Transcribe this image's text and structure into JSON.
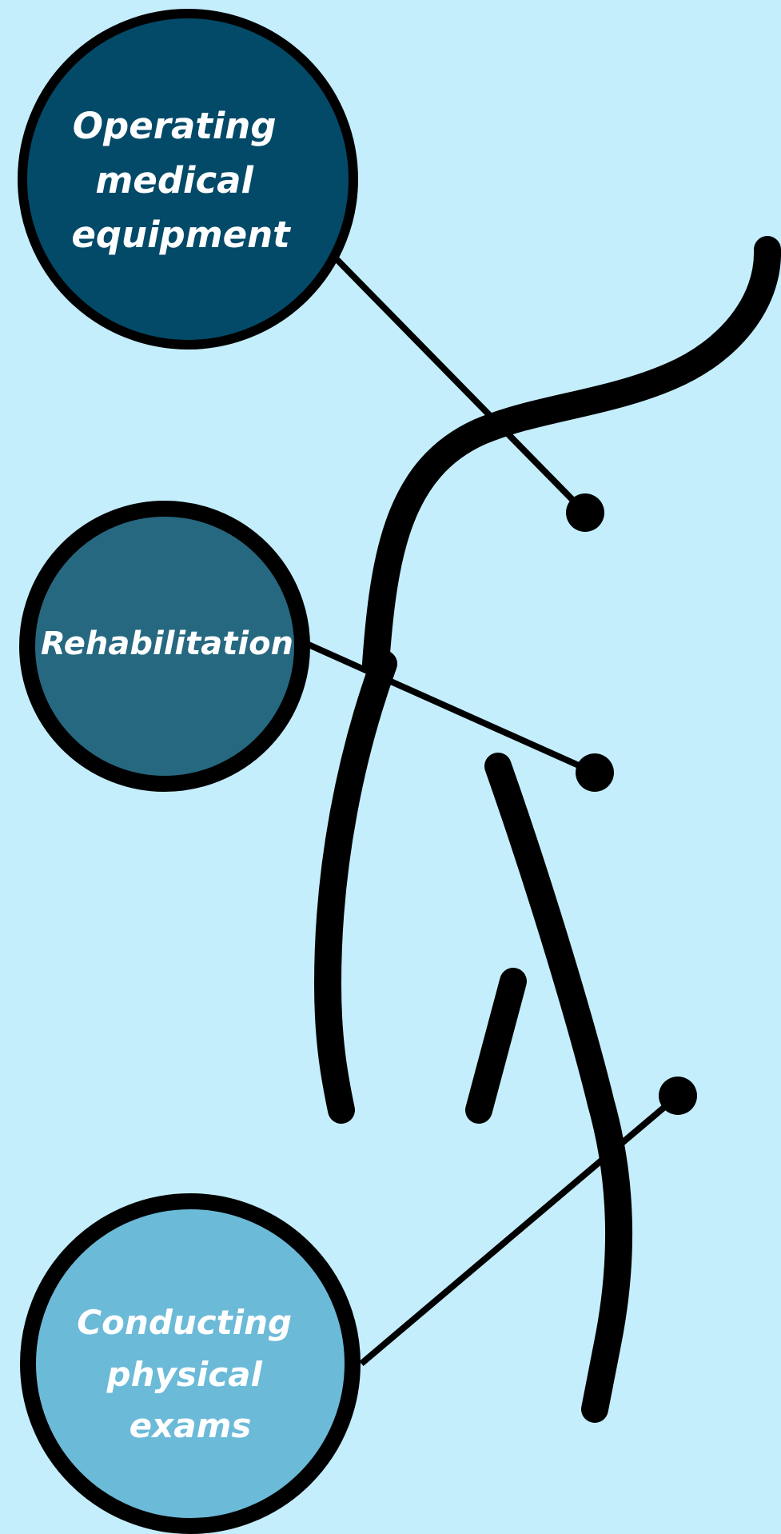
{
  "colors": {
    "background": "#c5eefc",
    "outline": "#000000",
    "text": "#ffffff"
  },
  "nodes": [
    {
      "id": "operating-medical-equipment",
      "lines": [
        "Operating",
        "medical",
        "equipment"
      ],
      "fill": "#034a68"
    },
    {
      "id": "rehabilitation",
      "lines": [
        "Rehabilitation"
      ],
      "fill": "#266880"
    },
    {
      "id": "conducting-physical-exams",
      "lines": [
        "Conducting",
        "physical",
        "exams"
      ],
      "fill": "#6bbad8"
    }
  ]
}
